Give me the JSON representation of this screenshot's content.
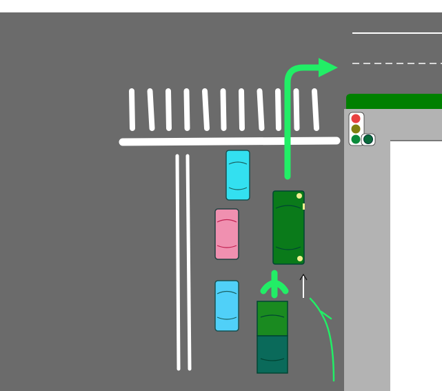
{
  "colors": {
    "background": "#ffffff",
    "road": "#6b6b6b",
    "marking": "#ffffff",
    "dashed_marking": "#d9d9d9",
    "verge": "#008000",
    "sidewalk": "#b3b3b3",
    "building": "#ffffff",
    "light_housing": "#ffffff",
    "light_red": "#e84040",
    "light_yellow": "#808010",
    "light_green": "#0a8a3a",
    "light_arrow_green": "#0a6a3a",
    "car_cyan": "#33e0f0",
    "car_pink": "#f090b0",
    "car_blue": "#50d0f8",
    "truck_green": "#0a7a1a",
    "bus_green": "#1a8a20",
    "bus_teal": "#0a6a5a",
    "headlight": "#f0f090",
    "route_arrow": "#22ee66",
    "car_outline": "#104040"
  },
  "traffic_light": {
    "main": [
      "red",
      "yellow",
      "green"
    ],
    "arrow_signal": "green"
  }
}
